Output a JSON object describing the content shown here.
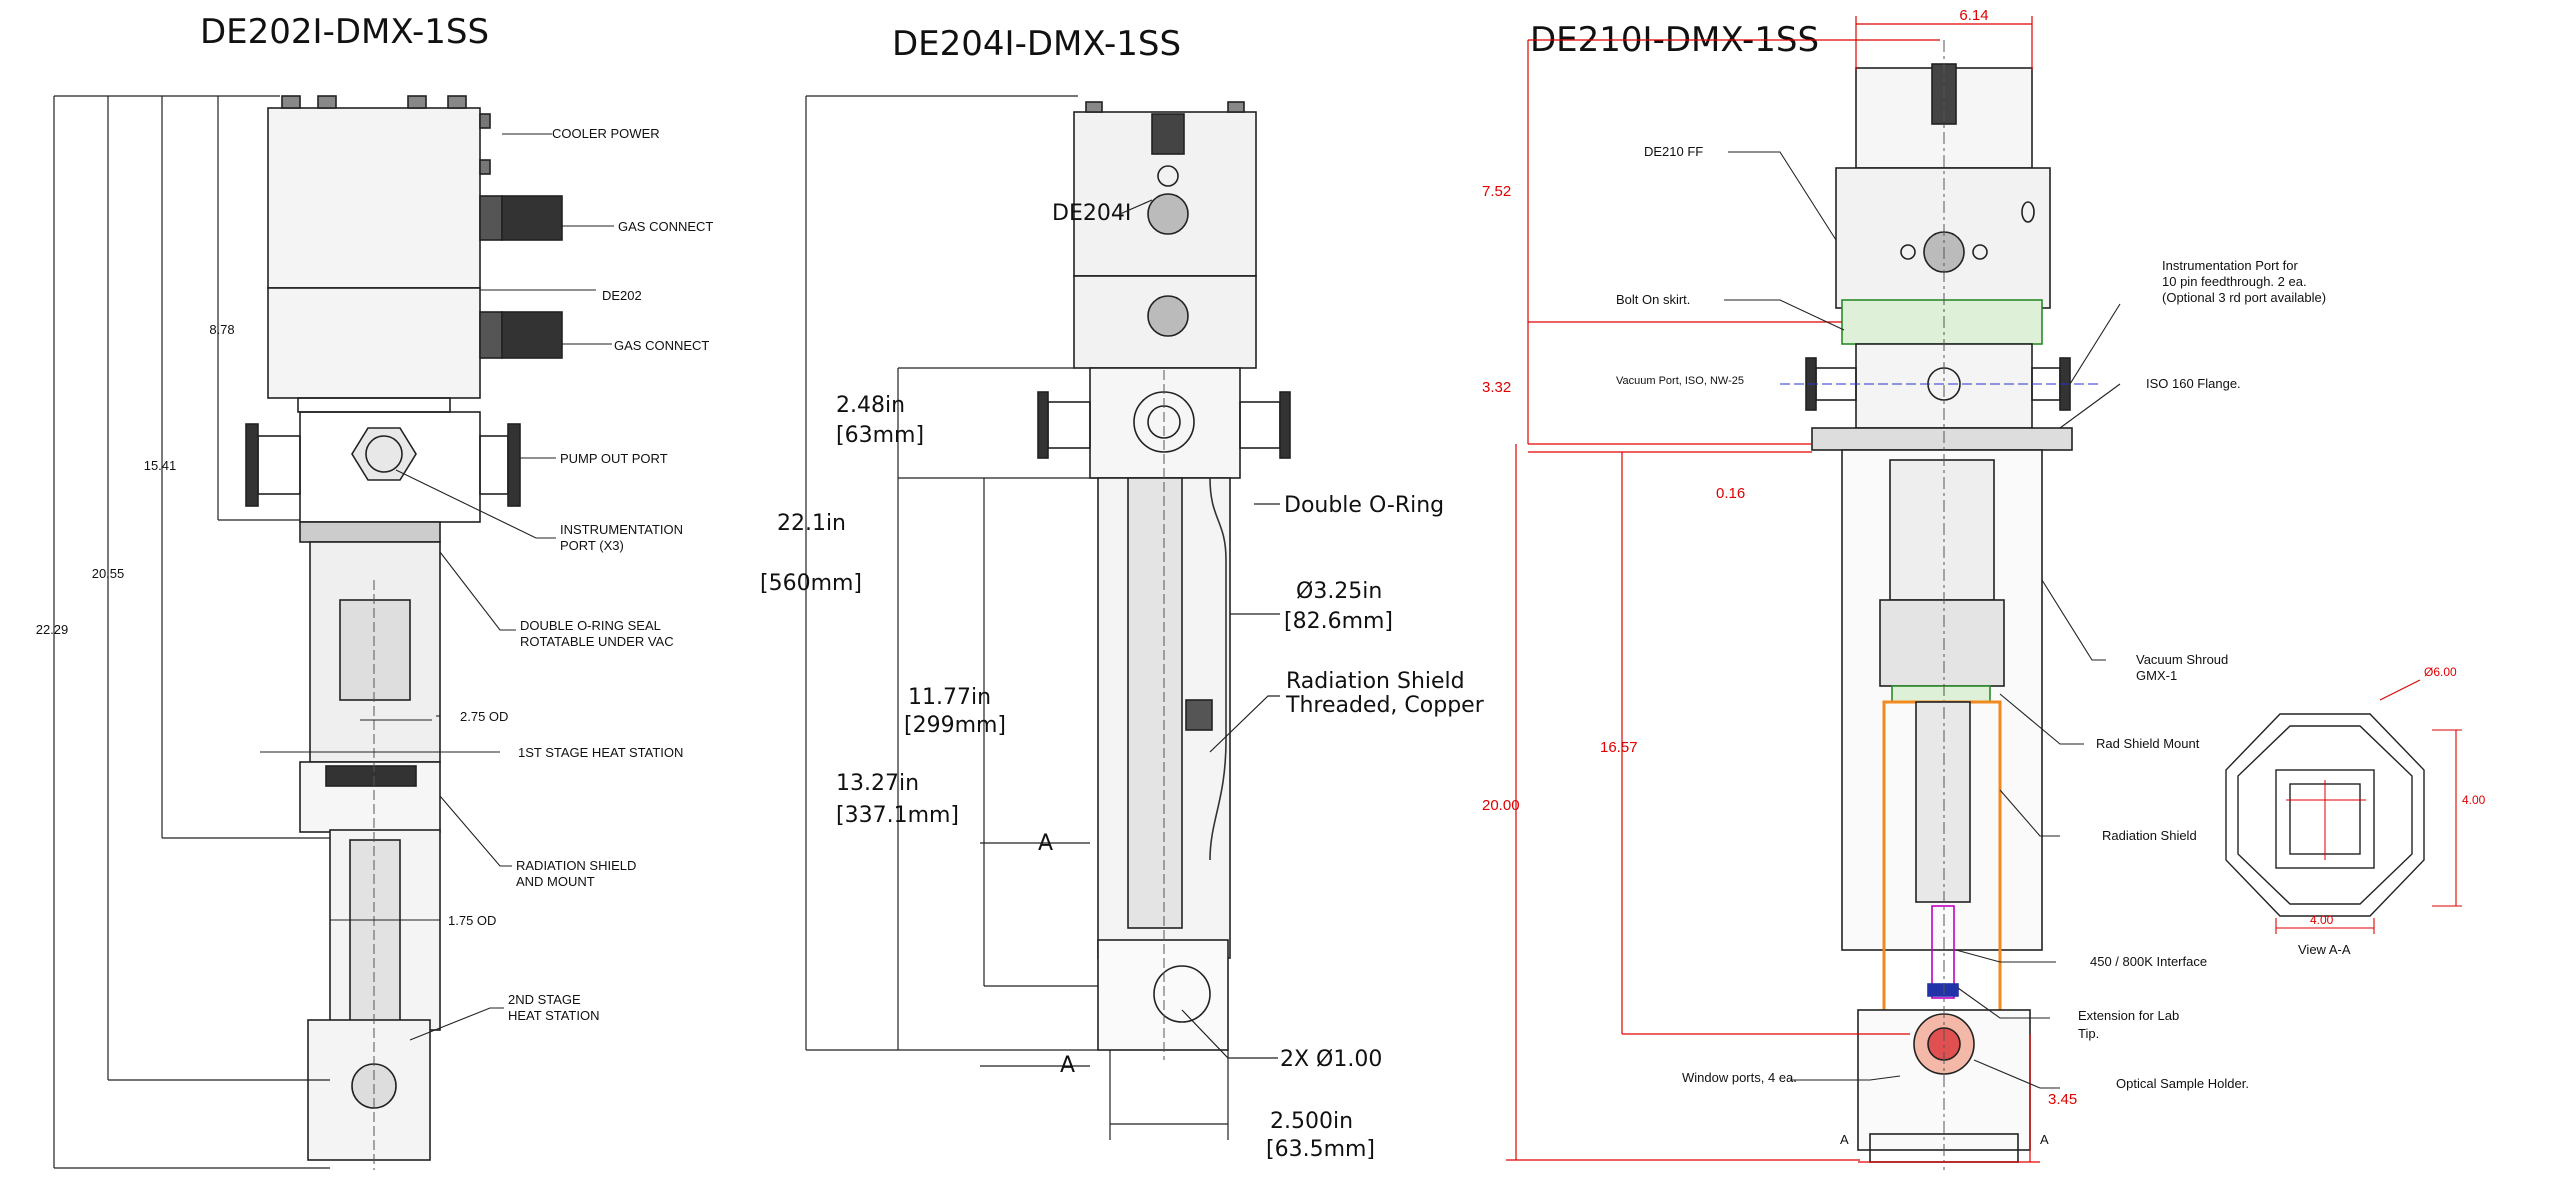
{
  "panels": {
    "p1": {
      "title": "DE202I-DMX-1SS",
      "labels": {
        "cooler_power": "COOLER POWER",
        "gas_connect_1": "GAS CONNECT",
        "de202": "DE202",
        "gas_connect_2": "GAS CONNECT",
        "pump_out": "PUMP OUT PORT",
        "instr_1": "INSTRUMENTATION",
        "instr_2": "PORT (X3)",
        "oring_1": "DOUBLE O-RING SEAL",
        "oring_2": "ROTATABLE UNDER VAC",
        "od_275": "2.75 OD",
        "stage1": "1ST STAGE HEAT STATION",
        "rad_1": "RADIATION SHIELD",
        "rad_2": "AND MOUNT",
        "od_175": "1.75 OD",
        "stage2_1": "2ND STAGE",
        "stage2_2": "HEAT STATION"
      },
      "dims": {
        "d878": "8.78",
        "d1541": "15.41",
        "d2055": "20.55",
        "d2229": "22.29"
      }
    },
    "p2": {
      "title": "DE204I-DMX-1SS",
      "labels": {
        "de204i": "DE204I",
        "oring": "Double O-Ring",
        "dia_in": "Ø3.25in",
        "dia_mm": "[82.6mm]",
        "rad_1": "Radiation Shield",
        "rad_2": "Threaded, Copper",
        "ports": "2X Ø1.00",
        "w_in": "2.500in",
        "w_mm": "[63.5mm]",
        "section_a_top": "A",
        "section_a_bot": "A"
      },
      "dims": {
        "d248_in": "2.48in",
        "d248_mm": "[63mm]",
        "d221_in": "22.1in",
        "d221_mm": "[560mm]",
        "d1177_in": "11.77in",
        "d1177_mm": "[299mm]",
        "d1327_in": "13.27in",
        "d1327_mm": "[337.1mm]"
      }
    },
    "p3": {
      "title": "DE210I-DMX-1SS",
      "labels": {
        "de210ff": "DE210 FF",
        "bolt": "Bolt On skirt.",
        "vac_port": "Vacuum Port, ISO, NW-25",
        "instr_1": "Instrumentation Port for",
        "instr_2": "10 pin feedthrough. 2 ea.",
        "instr_3": "(Optional 3 rd port available)",
        "iso160": "ISO 160 Flange.",
        "shroud_1": "Vacuum Shroud",
        "shroud_2": "GMX-1",
        "rad_mount": "Rad Shield Mount",
        "rad_shield": "Radiation Shield",
        "interface": "450 / 800K Interface",
        "ext_1": "Extension for Lab",
        "ext_2": "Tip.",
        "window": "Window ports, 4 ea.",
        "optical": "Optical Sample Holder.",
        "view": "View A-A",
        "sec_a_l": "A",
        "sec_a_r": "A"
      },
      "dims": {
        "d614": "6.14",
        "d752": "7.52",
        "d332": "3.32",
        "d016": "0.16",
        "d1657": "16.57",
        "d2000": "20.00",
        "d345": "3.45",
        "d600": "Ø6.00",
        "d400v": "4.00",
        "d400h": "4.00"
      }
    }
  }
}
